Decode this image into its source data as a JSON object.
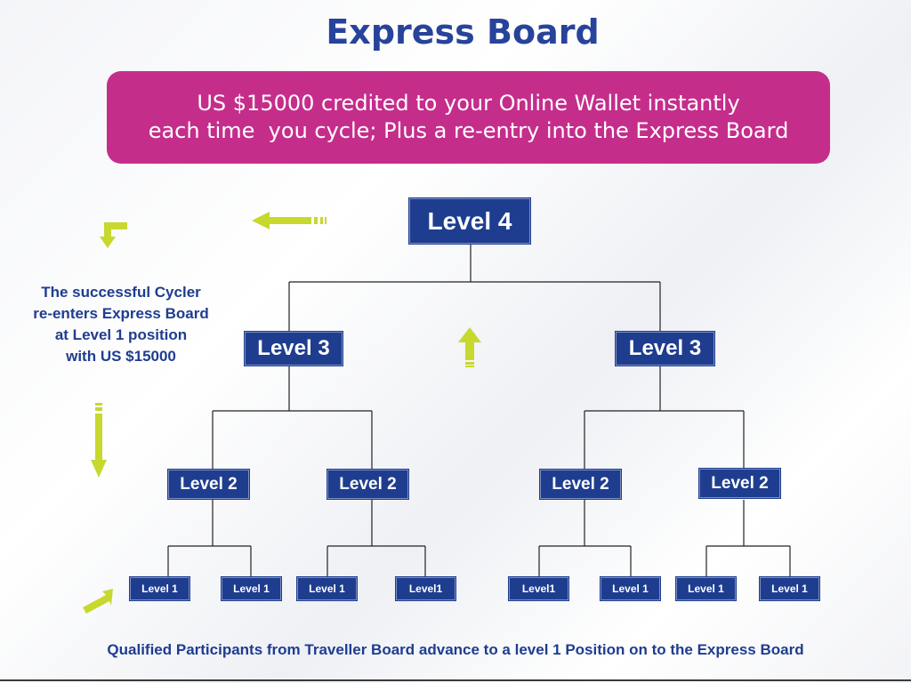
{
  "title": "Express Board",
  "banner": {
    "line1": "US $15000 credited to your Online Wallet instantly",
    "line2": "each time  you cycle; Plus a re-entry into the Express Board"
  },
  "levels": {
    "level4": "Level 4",
    "level3_left": "Level 3",
    "level3_right": "Level 3",
    "level2": [
      "Level 2",
      "Level 2",
      "Level 2",
      "Level 2"
    ],
    "level1": [
      "Level 1",
      "Level 1",
      "Level 1",
      "Level1",
      "Level1",
      "Level 1",
      "Level 1",
      "Level 1"
    ]
  },
  "side_note": {
    "line1": "The successful Cycler",
    "line2": "re-enters Express Board",
    "line3": "at Level 1 position",
    "line4": "with US $15000"
  },
  "footer": "Qualified Participants from Traveller Board advance to a level 1  Position on to the Express Board",
  "colors": {
    "title": "#27439a",
    "banner": "#c52d8b",
    "box": "#1f3d8f",
    "arrow": "#c7d82e"
  },
  "icons": [
    "arrow-left-icon",
    "arrow-elbow-down-icon",
    "arrow-up-icon",
    "arrow-down-icon",
    "arrow-up-right-icon"
  ]
}
